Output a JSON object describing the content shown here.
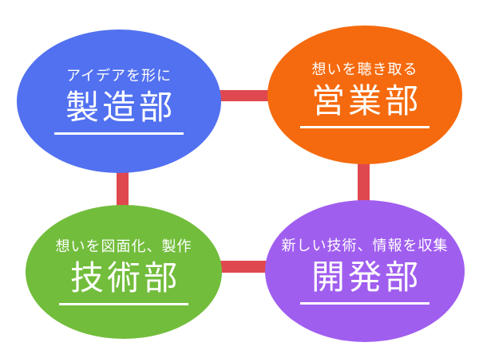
{
  "diagram": {
    "background_color": "#ffffff",
    "connector_color": "#e0484f",
    "text_color": "#ffffff",
    "nodes": [
      {
        "position": "top-left",
        "subtitle": "アイデアを形に",
        "title": "製造部",
        "color": "#5271f0"
      },
      {
        "position": "top-right",
        "subtitle": "想いを聴き取る",
        "title": "営業部",
        "color": "#f56a0e"
      },
      {
        "position": "bottom-left",
        "subtitle": "想いを図面化、製作",
        "title": "技術部",
        "color": "#72bd3c"
      },
      {
        "position": "bottom-right",
        "subtitle": "新しい技術、情報を収集",
        "title": "開発部",
        "color": "#a05eef"
      }
    ],
    "connectors": [
      {
        "name": "top-horizontal"
      },
      {
        "name": "bottom-horizontal"
      },
      {
        "name": "left-vertical"
      },
      {
        "name": "right-vertical"
      }
    ]
  }
}
